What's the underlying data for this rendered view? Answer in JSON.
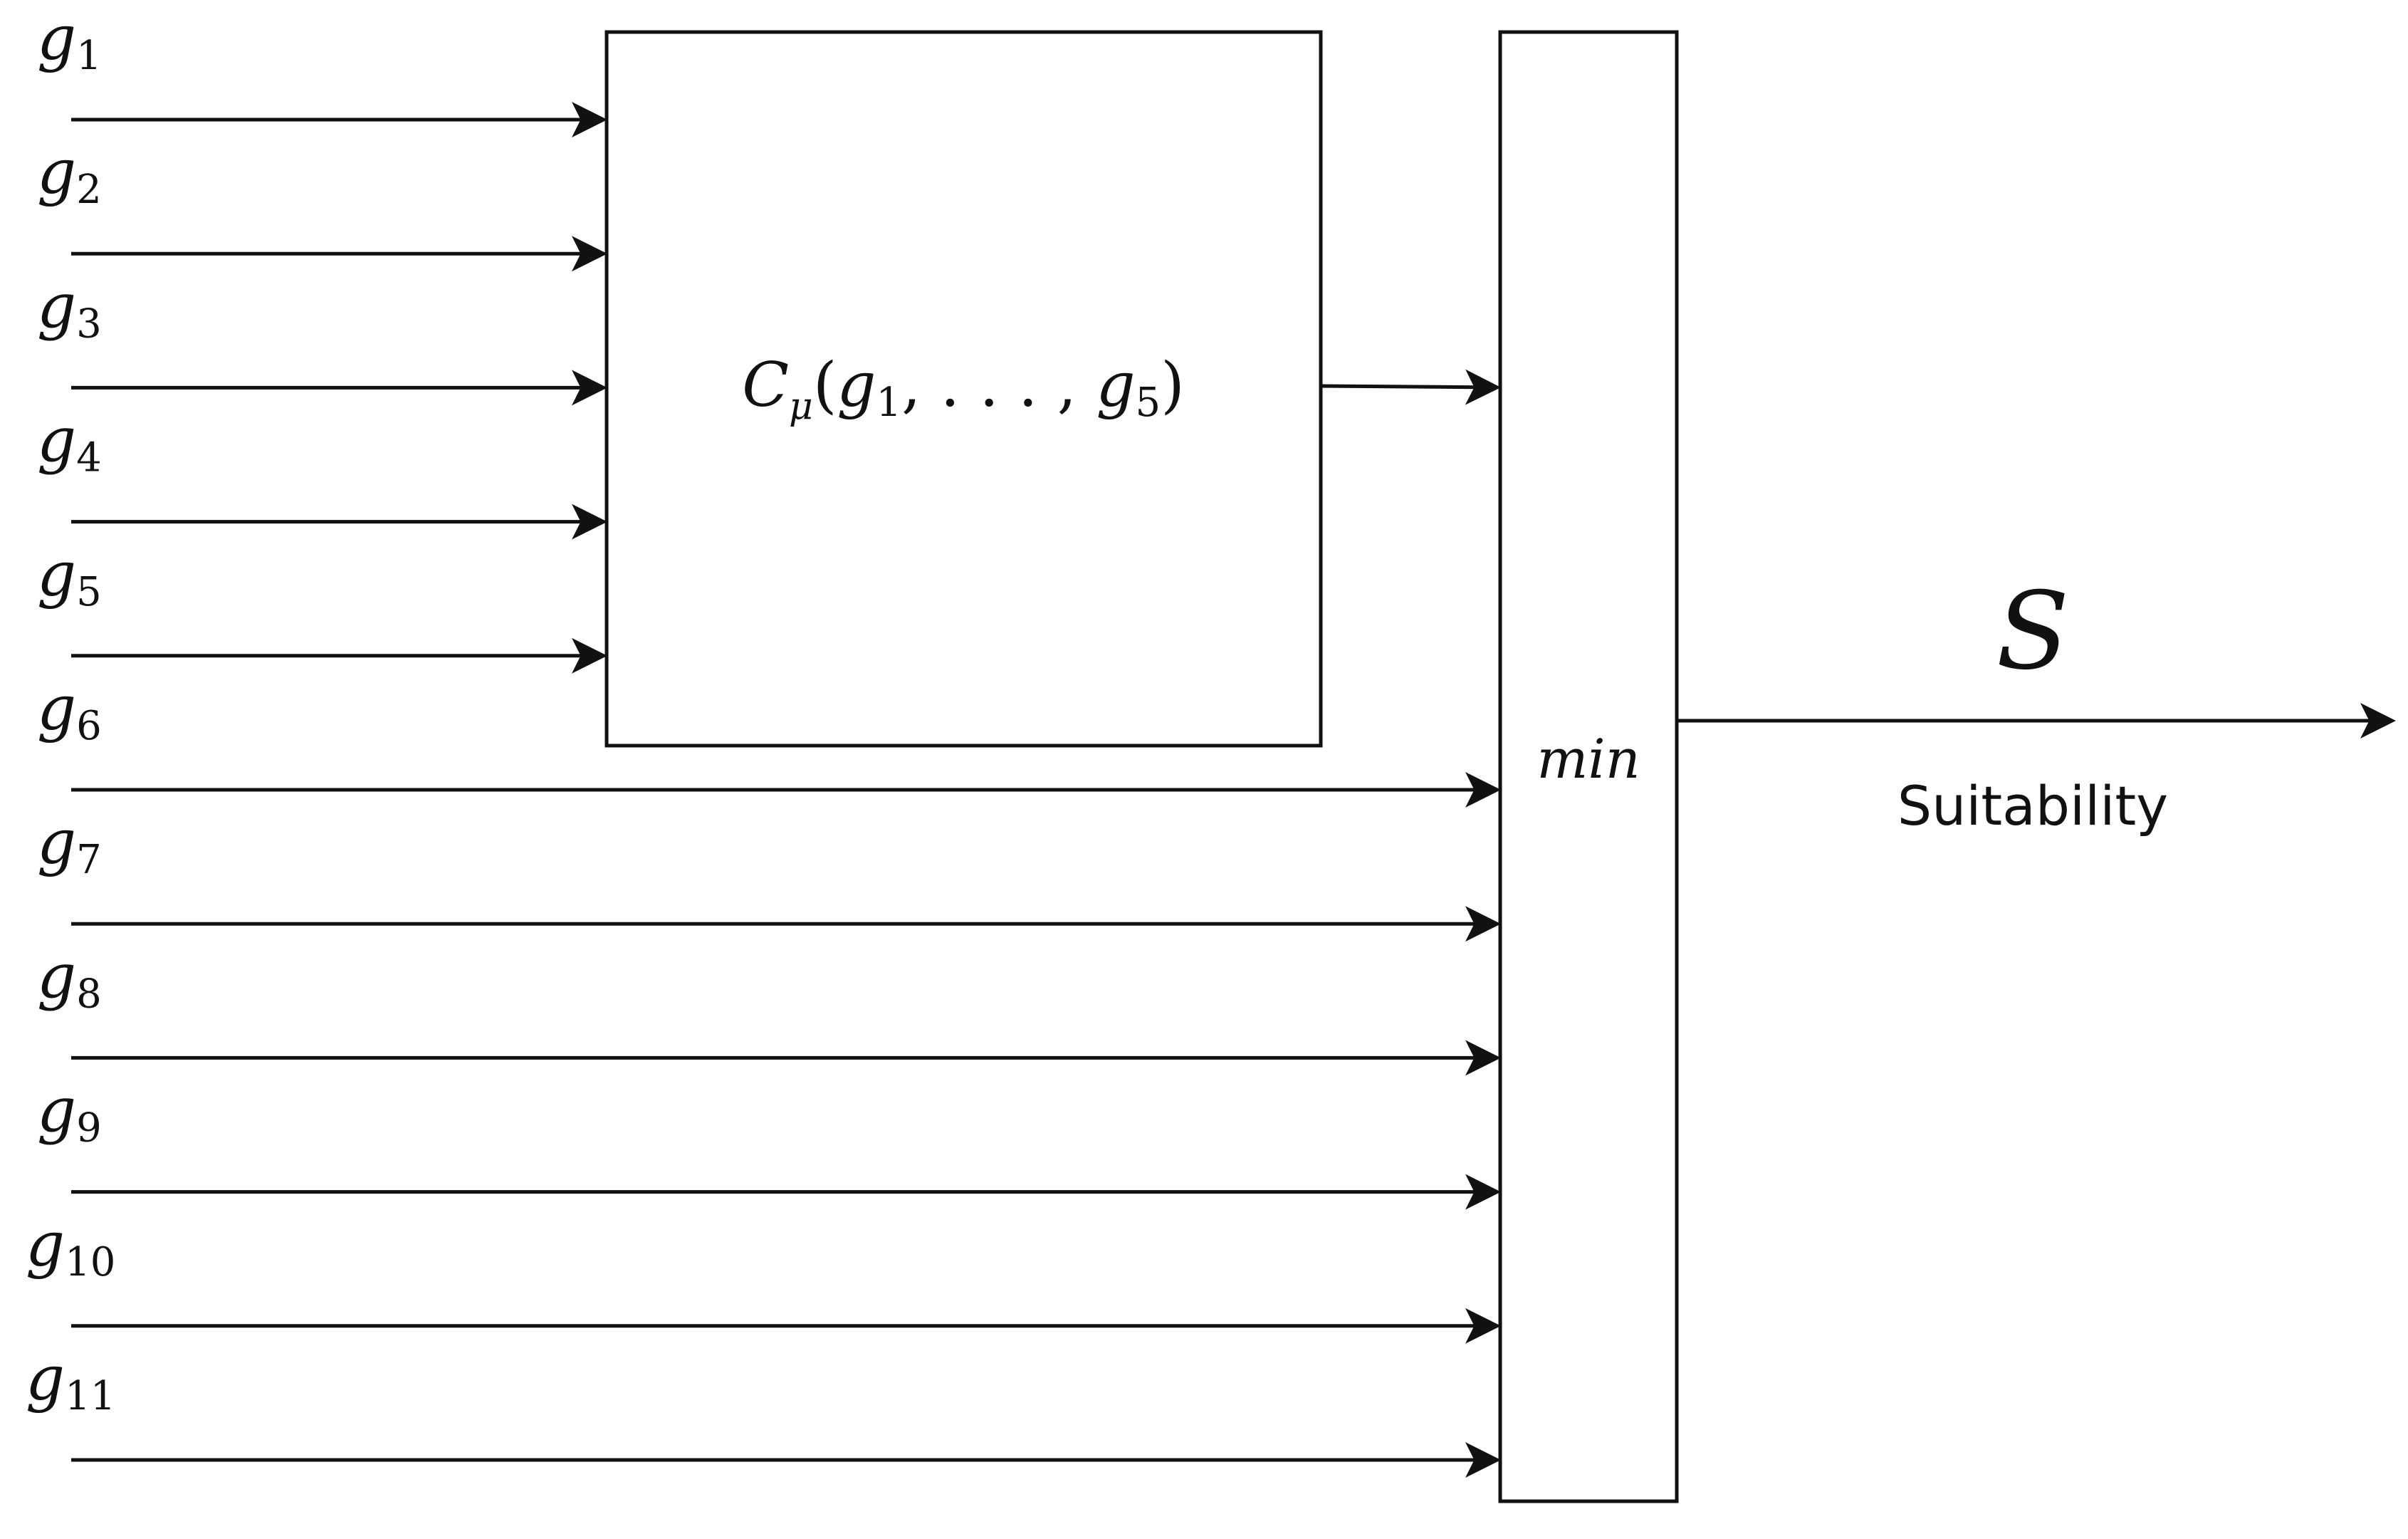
{
  "inputs": [
    {
      "symbol": "g",
      "index": "1"
    },
    {
      "symbol": "g",
      "index": "2"
    },
    {
      "symbol": "g",
      "index": "3"
    },
    {
      "symbol": "g",
      "index": "4"
    },
    {
      "symbol": "g",
      "index": "5"
    },
    {
      "symbol": "g",
      "index": "6"
    },
    {
      "symbol": "g",
      "index": "7"
    },
    {
      "symbol": "g",
      "index": "8"
    },
    {
      "symbol": "g",
      "index": "9"
    },
    {
      "symbol": "g",
      "index": "10"
    },
    {
      "symbol": "g",
      "index": "11"
    }
  ],
  "choquet_block": {
    "symbol": "C",
    "symbol_sub": "μ",
    "open": "(",
    "arg1_symbol": "g",
    "arg1_index": "1",
    "middle": ", . . . , ",
    "arg2_symbol": "g",
    "arg2_index": "5",
    "close": ")"
  },
  "min_block": {
    "label": "min"
  },
  "output": {
    "symbol": "S",
    "caption": "Suitability"
  }
}
